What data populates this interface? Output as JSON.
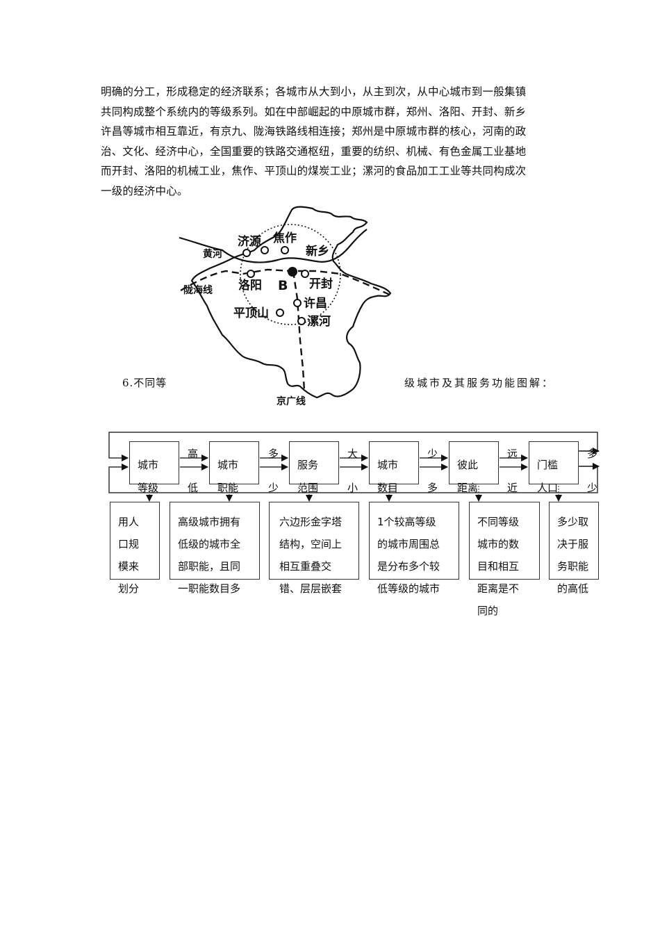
{
  "paragraph": {
    "lines": [
      "明确的分工，形成稳定的经济联系；各城市从大到小，从主到次，从中心城市到一般集镇",
      "共同构成整个系统内的等级系列。如在中部崛起的中原城市群，郑州、洛阳、开封、新乡",
      "许昌等城市相互靠近，有京九、陇海铁路线相连接；郑州是中原城市群的核心，河南的政",
      "治、文化、经济中心，全国重要的铁路交通枢纽，重要的纺织、机械、有色金属工业基地",
      "而开封、洛阳的机械工业，焦作、平顶山的煤炭工业；漯河的食品加工工业等共同构成次",
      "一级的经济中心。"
    ]
  },
  "map": {
    "labels": {
      "huanghe": "黄河",
      "longhai": "陇海线",
      "jiyuan": "济源",
      "jiaozuo": "焦作",
      "xinxiang": "新乡",
      "luoyang": "洛阳",
      "center": "B",
      "kaifeng": "开封",
      "xuchang": "许昌",
      "pingdingshan": "平顶山",
      "luohe": "漯河",
      "jingguang": "京广线"
    }
  },
  "caption": {
    "left": "6.不同等",
    "right": "级城市及其服务功能图解："
  },
  "flow": {
    "nodes": [
      {
        "line1": "城市",
        "line2": "等级"
      },
      {
        "line1": "城市",
        "line2": "职能"
      },
      {
        "line1": "服务",
        "line2": "范围"
      },
      {
        "line1": "城市",
        "line2": "数目"
      },
      {
        "line1": "彼此",
        "line2": "距离"
      },
      {
        "line1": "门槛",
        "line2": "人口"
      }
    ],
    "edges": [
      {
        "top": "高",
        "bottom": "低"
      },
      {
        "top": "多",
        "bottom": "少"
      },
      {
        "top": "大",
        "bottom": "小"
      },
      {
        "top": "少",
        "bottom": "多"
      },
      {
        "top": "远",
        "bottom": "近"
      },
      {
        "top": "多",
        "bottom": "少"
      }
    ],
    "descriptions": [
      {
        "boxed": [
          "用人",
          "口规",
          "模来"
        ],
        "after": [
          "划分"
        ]
      },
      {
        "boxed": [
          "高级城市拥有",
          "低级的城市全",
          "部职能，且同"
        ],
        "after": [
          "一职能数目多"
        ]
      },
      {
        "boxed": [
          "六边形金字塔",
          "结构，空间上",
          "相互重叠交"
        ],
        "after": [
          "错、层层嵌套"
        ]
      },
      {
        "boxed": [
          "1个较高等级",
          "的城市周围总",
          "是分布多个较"
        ],
        "after": [
          "低等级的城市"
        ]
      },
      {
        "boxed": [
          "不同等级",
          "城市的数",
          "目和相互"
        ],
        "after": [
          "距离是不",
          "同的"
        ]
      },
      {
        "boxed": [
          "多少取",
          "决于服",
          "务职能"
        ],
        "after": [
          "的高低"
        ]
      }
    ]
  }
}
